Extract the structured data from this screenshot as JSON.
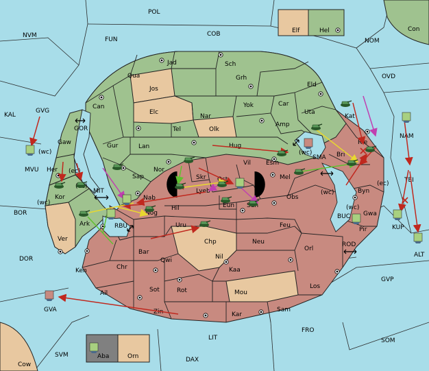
{
  "colors": {
    "sea": "#a8dde9",
    "green": "#9fc28f",
    "red": "#c88a80",
    "neutral": "#e8c8a0",
    "order_red": "#c0281e",
    "order_yellow": "#f0e040",
    "order_green": "#60c030",
    "order_magenta": "#c040b0"
  },
  "legend": {
    "elf": "Elf",
    "hel": "Hel",
    "aba": "Aba",
    "orn": "Orn"
  },
  "sea_labels": {
    "pol": "POL",
    "nvm": "NVM",
    "fun": "FUN",
    "cob": "COB",
    "nom": "NOM",
    "ovd": "OVD",
    "kal": "KAL",
    "mvu": "MVU",
    "bor": "BOR",
    "dor": "DOR",
    "gva": "GVA",
    "svm": "SVM",
    "dax": "DAX",
    "lit": "LIT",
    "fro": "FRO",
    "som": "SOM",
    "gvp": "GVP",
    "alt": "ALT",
    "kup": "KUP",
    "buc": "BUC",
    "rod": "ROD",
    "nam": "NAM",
    "tei": "TEI",
    "gvg": "GVG",
    "gor": "GOR",
    "mit": "MIT",
    "rbu": "RBU",
    "sma": "SMA",
    "con": "Con",
    "cow": "Cow",
    "wc1": "(wc)",
    "wc2": "(wc)",
    "wc3": "(wc)",
    "wc4": "(wc)",
    "wc5": "(wc)",
    "ec1": "(ec)",
    "ec2": "(ec)",
    "ec3": "(ec)"
  },
  "provinces": {
    "jad": "Jad",
    "sch": "Sch",
    "qua": "Qua",
    "jos": "Jos",
    "grh": "Grh",
    "eld": "Eld",
    "can": "Can",
    "elc": "Elc",
    "nar": "Nar",
    "yok": "Yok",
    "car": "Car",
    "uta": "Uta",
    "kat": "Kat",
    "gaw": "Gaw",
    "gur": "Gur",
    "tel": "Tel",
    "olk": "Olk",
    "amp": "Amp",
    "lan": "Lan",
    "hug": "Hug",
    "esm": "Esm",
    "bri": "Bri",
    "rie": "Rie",
    "her": "Her",
    "nor": "Nor",
    "skr": "Skr",
    "vil": "Vil",
    "sap": "Sap",
    "ost": "Ost",
    "mel": "Mel",
    "kor": "Kor",
    "lyeb": "Lyeb",
    "byn": "Byn",
    "nab": "Nab",
    "hil": "Hil",
    "eun": "Eun",
    "sun": "Sun",
    "obs": "Obs",
    "gwa": "Gwa",
    "ark": "Ark",
    "nog": "Nog",
    "uru": "Uru",
    "feu": "Feu",
    "pir": "Pir",
    "ver": "Ver",
    "chp": "Chp",
    "neu": "Neu",
    "orl": "Orl",
    "bar": "Bar",
    "qwi": "Qwi",
    "nil": "Nil",
    "ken": "Ken",
    "chr": "Chr",
    "kaa": "Kaa",
    "ail": "Ail",
    "sot": "Sot",
    "rot": "Rot",
    "mou": "Mou",
    "los": "Los",
    "zin": "Zin",
    "kar": "Kar",
    "sam": "Sam"
  }
}
